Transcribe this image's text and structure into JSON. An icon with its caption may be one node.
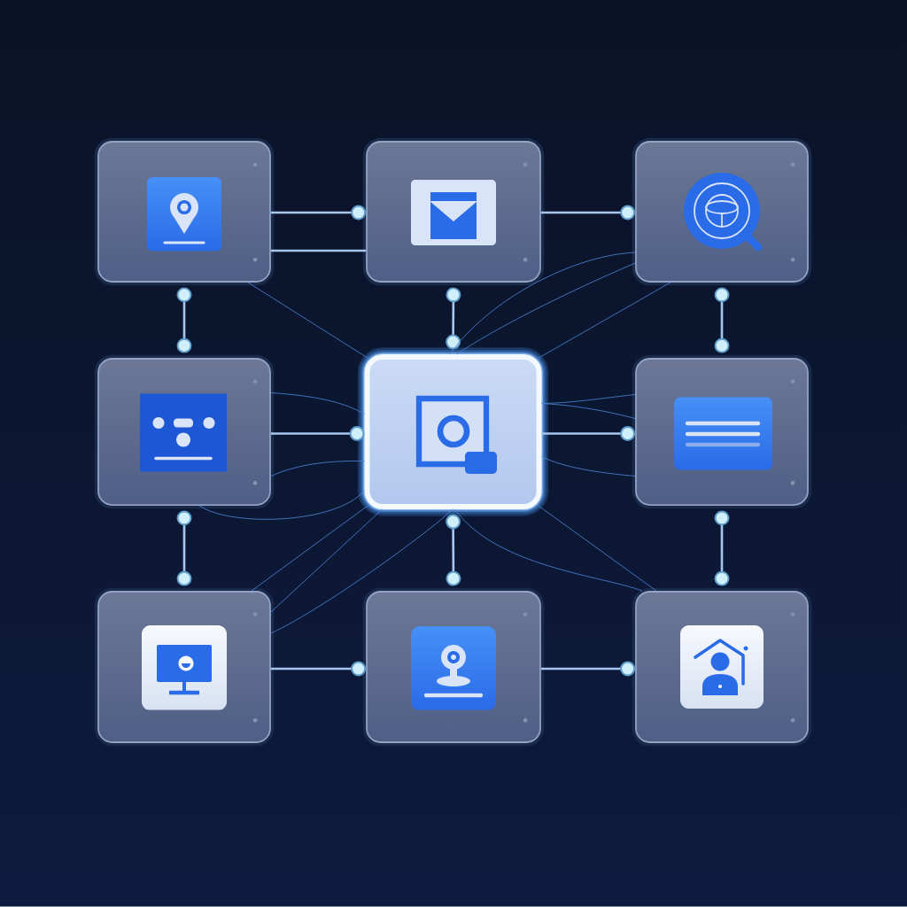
{
  "diagram": {
    "nodes": [
      {
        "text": [],
        "shape": "box"
      },
      {
        "text": [],
        "shape": "box"
      },
      {
        "text": [],
        "shape": "box"
      },
      {
        "text": [],
        "shape": "box"
      },
      {
        "text": [],
        "shape": "box"
      },
      {
        "text": [],
        "shape": "box"
      },
      {
        "text": [],
        "shape": "box"
      },
      {
        "text": [],
        "shape": "box"
      },
      {
        "text": [],
        "shape": "box"
      }
    ],
    "edges": [
      {
        "from": 0,
        "to": 1,
        "arrow": "other",
        "style": "thick",
        "color": "#a6c6ee"
      },
      {
        "from": 0,
        "to": 1,
        "arrow": "none",
        "style": "thick",
        "color": "#a6c6ee"
      },
      {
        "from": 1,
        "to": 2,
        "arrow": "other",
        "style": "thick",
        "color": "#a6c6ee"
      },
      {
        "from": 0,
        "to": 3,
        "arrow": "other",
        "style": "thick",
        "color": "#a6c6ee"
      },
      {
        "from": 1,
        "to": 4,
        "arrow": "other",
        "style": "thick",
        "color": "#a6c6ee"
      },
      {
        "from": 2,
        "to": 5,
        "arrow": "other",
        "style": "thick",
        "color": "#a6c6ee"
      },
      {
        "from": 0,
        "to": 4,
        "arrow": "none"
      },
      {
        "from": 2,
        "to": 4,
        "arrow": "none"
      },
      {
        "from": 2,
        "to": 4,
        "arrow": "none"
      },
      {
        "from": 2,
        "to": 4,
        "arrow": "none"
      },
      {
        "from": 3,
        "to": 4,
        "arrow": "other",
        "style": "thick",
        "color": "#a6c6ee"
      },
      {
        "from": 3,
        "to": 4,
        "arrow": "none"
      },
      {
        "from": 3,
        "to": 4,
        "arrow": "none"
      },
      {
        "from": 4,
        "to": 5,
        "arrow": "other",
        "style": "thick",
        "color": "#a6c6ee"
      },
      {
        "from": 4,
        "to": 5,
        "arrow": "none"
      },
      {
        "from": 4,
        "to": 5,
        "arrow": "none"
      },
      {
        "from": 4,
        "to": 5,
        "arrow": "none"
      },
      {
        "from": 3,
        "to": 6,
        "arrow": "other",
        "style": "thick",
        "color": "#a6c6ee"
      },
      {
        "from": 4,
        "to": 7,
        "arrow": "other",
        "style": "thick",
        "color": "#a6c6ee"
      },
      {
        "from": 5,
        "to": 8,
        "arrow": "other",
        "style": "thick",
        "color": "#a6c6ee"
      },
      {
        "from": 3,
        "to": 4,
        "arrow": "none"
      },
      {
        "from": 4,
        "to": 6,
        "arrow": "none"
      },
      {
        "from": 4,
        "to": 6,
        "arrow": "none"
      },
      {
        "from": 4,
        "to": 6,
        "arrow": "none"
      },
      {
        "from": 4,
        "to": 8,
        "arrow": "none"
      },
      {
        "from": 4,
        "to": 8,
        "arrow": "none"
      },
      {
        "from": 6,
        "to": 7,
        "arrow": "other",
        "style": "thick",
        "color": "#a6c6ee"
      },
      {
        "from": 7,
        "to": 8,
        "arrow": "other",
        "style": "thick",
        "color": "#a6c6ee"
      }
    ]
  }
}
